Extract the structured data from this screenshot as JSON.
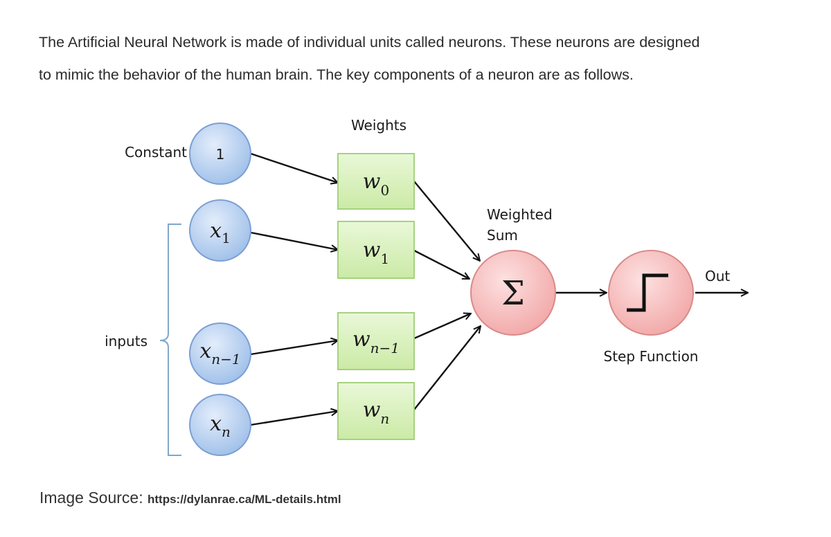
{
  "intro": {
    "line1": "The Artificial Neural Network is made of individual units called neurons. These neurons are designed",
    "line2": "to mimic the behavior of the human brain. The key components of a neuron are as follows."
  },
  "diagram": {
    "weights_title": "Weights",
    "constant_label": "Constant",
    "inputs_label": "inputs",
    "weighted_sum_line1": "Weighted",
    "weighted_sum_line2": "Sum",
    "sum_symbol": "Σ",
    "step_function_label": "Step Function",
    "out_label": "Out",
    "input_nodes": [
      {
        "var": "1",
        "sub": ""
      },
      {
        "var": "x",
        "sub": "1"
      },
      {
        "var": "x",
        "sub": "n−1"
      },
      {
        "var": "x",
        "sub": "n"
      }
    ],
    "weight_nodes": [
      {
        "var": "w",
        "sub": "0"
      },
      {
        "var": "w",
        "sub": "1"
      },
      {
        "var": "w",
        "sub": "n−1"
      },
      {
        "var": "w",
        "sub": "n"
      }
    ]
  },
  "source": {
    "prefix": "Image Source:",
    "url": "https://dylanrae.ca/ML-details.html"
  },
  "colors": {
    "input_fill": "#bcd3f2",
    "input_stroke": "#7d9fd3",
    "weight_fill": "#d6f0b8",
    "weight_stroke": "#a5d27e",
    "neuron_fill": "#f6b8b8",
    "neuron_stroke": "#d98a8a",
    "bracket": "#7fa7c9"
  }
}
